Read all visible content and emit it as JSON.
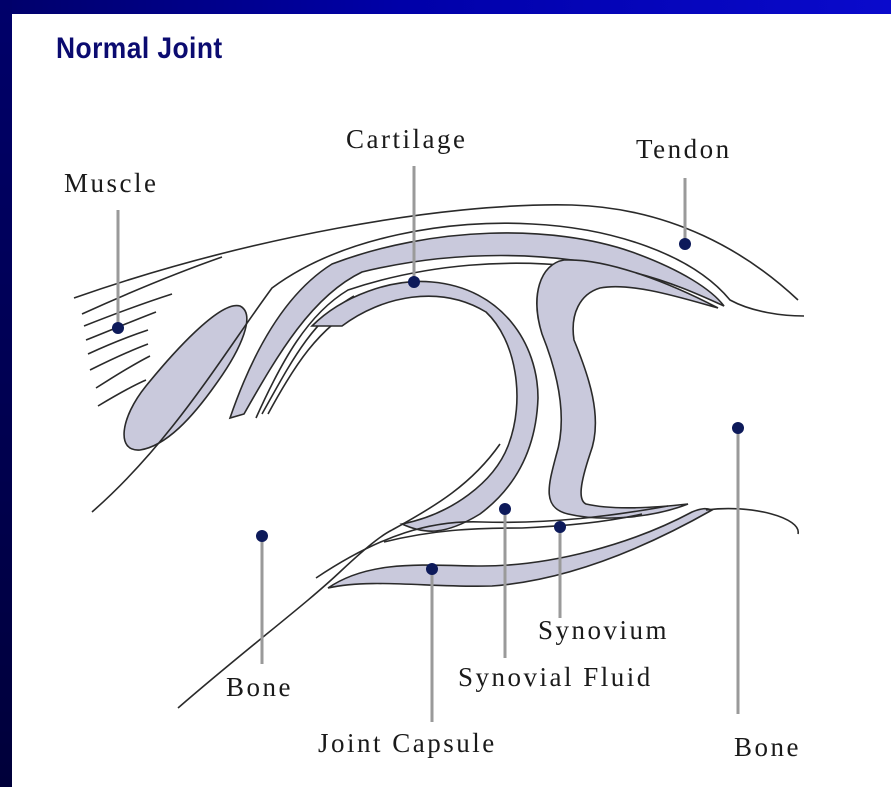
{
  "title": "Normal Joint",
  "labels": {
    "muscle": "Muscle",
    "cartilage": "Cartilage",
    "tendon": "Tendon",
    "bone_left": "Bone",
    "bone_right": "Bone",
    "synovium": "Synovium",
    "synovial_fluid": "Synovial Fluid",
    "joint_capsule": "Joint Capsule"
  },
  "colors": {
    "frame": "#00007a",
    "title": "#0b0b70",
    "tissue_fill": "#c9c9dc",
    "marker": "#0d1a5a"
  }
}
